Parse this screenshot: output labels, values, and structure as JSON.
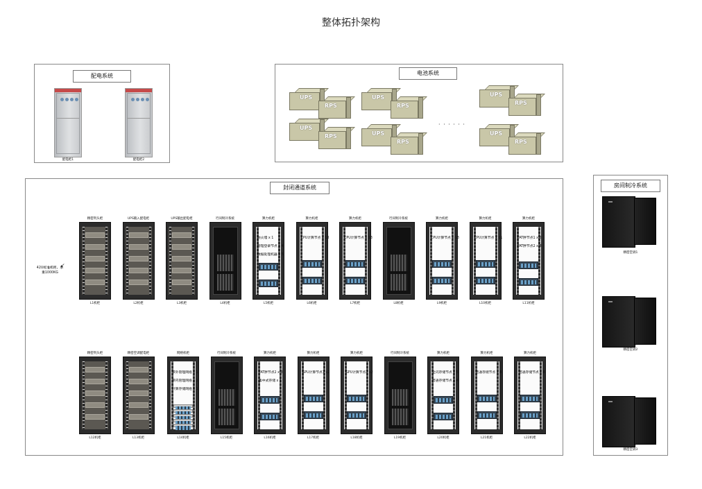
{
  "title": "整体拓扑架构",
  "power": {
    "title": "配电系统",
    "cabinets": [
      "配电柜1",
      "配电柜2"
    ]
  },
  "battery": {
    "title": "电池系统",
    "ups": "UPS",
    "rps": "RPS",
    "dots": "· · · · · ·"
  },
  "aisle": {
    "title": "封闭通道系统",
    "note": "42U标准机柜，承重1000KG",
    "row1": [
      {
        "name": "精密列头柜",
        "cap": "L1机柜",
        "type": "dist"
      },
      {
        "name": "UPS输入配电柜",
        "cap": "L2机柜",
        "type": "dist"
      },
      {
        "name": "UPS输出配电柜",
        "cap": "L3机柜",
        "type": "dist"
      },
      {
        "name": "行间制冷系统",
        "cap": "L4机柜",
        "type": "ac"
      },
      {
        "name": "算力机柜",
        "cap": "L5机柜",
        "type": "srv",
        "lines": [
          "防火墙 x 1",
          "管理登录节点 x 4",
          "数据处理机器 x 5"
        ]
      },
      {
        "name": "算力机柜",
        "cap": "L6机柜",
        "type": "srv",
        "lines": [
          "CPU计算节点 x 13"
        ]
      },
      {
        "name": "算力机柜",
        "cap": "L7机柜",
        "type": "srv",
        "lines": [
          "CPU计算节点 x 13"
        ]
      },
      {
        "name": "行间制冷系统",
        "cap": "L8机柜",
        "type": "ac"
      },
      {
        "name": "算力机柜",
        "cap": "L9机柜",
        "type": "srv",
        "lines": [
          "CPU计算节点 x 13"
        ]
      },
      {
        "name": "算力机柜",
        "cap": "L10机柜",
        "type": "srv",
        "lines": [
          "CPU计算节点 x 11"
        ]
      },
      {
        "name": "算力机柜",
        "cap": "L11机柜",
        "type": "srv",
        "lines": [
          "FAT胖节点1 x 6",
          "FAT胖节点2 x 8"
        ]
      }
    ],
    "row2": [
      {
        "name": "精密列头柜",
        "cap": "L12机柜",
        "type": "dist"
      },
      {
        "name": "精密空调配电柜",
        "cap": "L13机柜",
        "type": "dist"
      },
      {
        "name": "网络机柜",
        "cap": "L14机柜",
        "type": "net",
        "lines": [
          "带外管理网络 x 1",
          "带内管理网络 x 1",
          "计算存储网络 x 1"
        ]
      },
      {
        "name": "行间制冷系统",
        "cap": "L15机柜",
        "type": "ac"
      },
      {
        "name": "算力机柜",
        "cap": "L16机柜",
        "type": "srv",
        "lines": [
          "FAT胖节点2 x 2",
          "集中式存储 x 1"
        ]
      },
      {
        "name": "算力机柜",
        "cap": "L17机柜",
        "type": "srv",
        "lines": [
          "GPU计算节点1 x2"
        ]
      },
      {
        "name": "算力机柜",
        "cap": "L18机柜",
        "type": "srv",
        "lines": [
          "GPU计算节点2 x2"
        ]
      },
      {
        "name": "行间制冷系统",
        "cap": "L19机柜",
        "type": "ac"
      },
      {
        "name": "算力机柜",
        "cap": "L20机柜",
        "type": "srv",
        "lines": [
          "全闪存储节点 x 5",
          "普通存储节点 x 4"
        ]
      },
      {
        "name": "算力机柜",
        "cap": "L21机柜",
        "type": "srv",
        "lines": [
          "普通存储节点 x 8"
        ]
      },
      {
        "name": "算力机柜",
        "cap": "L22机柜",
        "type": "srv",
        "lines": [
          "普通存储节点 x 8"
        ]
      }
    ]
  },
  "cooling": {
    "title": "房间制冷系统",
    "units": [
      "精密空调1",
      "精密空调2",
      "精密空调3"
    ]
  }
}
